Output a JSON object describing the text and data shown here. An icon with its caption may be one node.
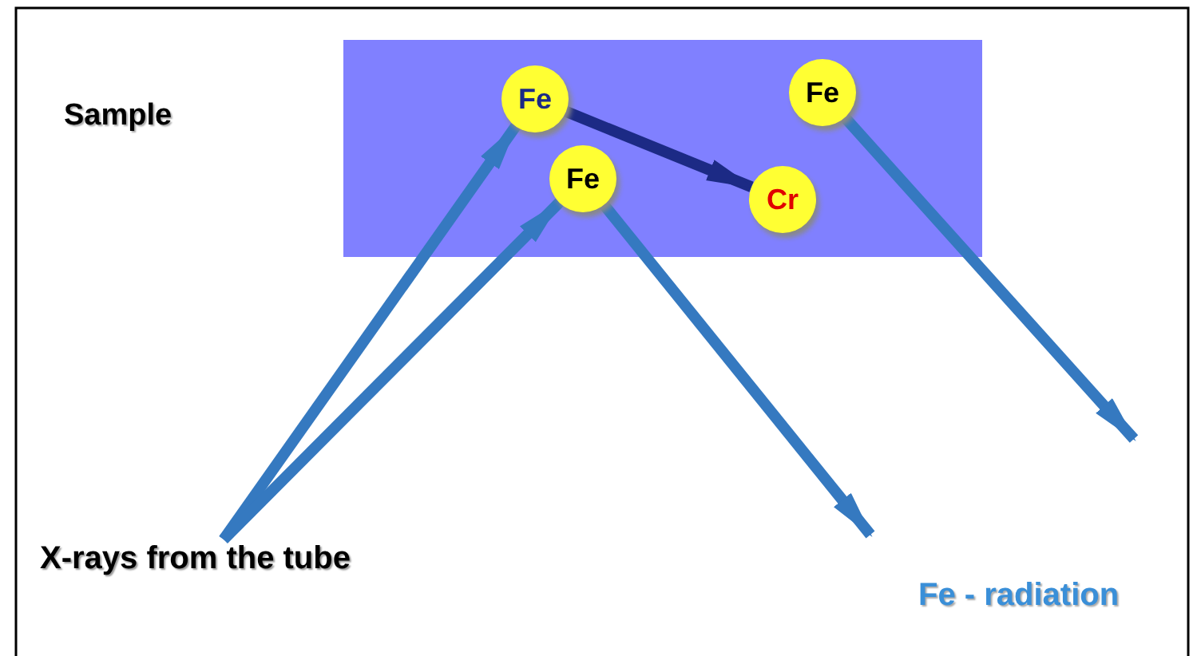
{
  "diagram": {
    "nodes": [
      {
        "text": [],
        "shape": "box"
      },
      {
        "text": [
          "Fe"
        ],
        "in": 0
      },
      {
        "text": [
          "Fe"
        ],
        "in": 0
      },
      {
        "text": [
          "Fe"
        ],
        "in": 0
      },
      {
        "text": [
          "Cr"
        ],
        "in": 0
      },
      {
        "text": [
          "X-rays from the tube"
        ]
      }
    ],
    "edges": [
      {
        "from": 5,
        "to": 1,
        "arrow": "to"
      },
      {
        "from": 5,
        "to": 3,
        "arrow": "to"
      },
      {
        "from": 1,
        "to": 4,
        "arrow": "to",
        "color": "#1c2a85"
      },
      {
        "from": 3,
        "to": null,
        "arrow": "to"
      },
      {
        "from": 2,
        "to": null,
        "arrow": "to"
      }
    ],
    "labels": [
      "Sample",
      "Fe - radiation"
    ]
  }
}
